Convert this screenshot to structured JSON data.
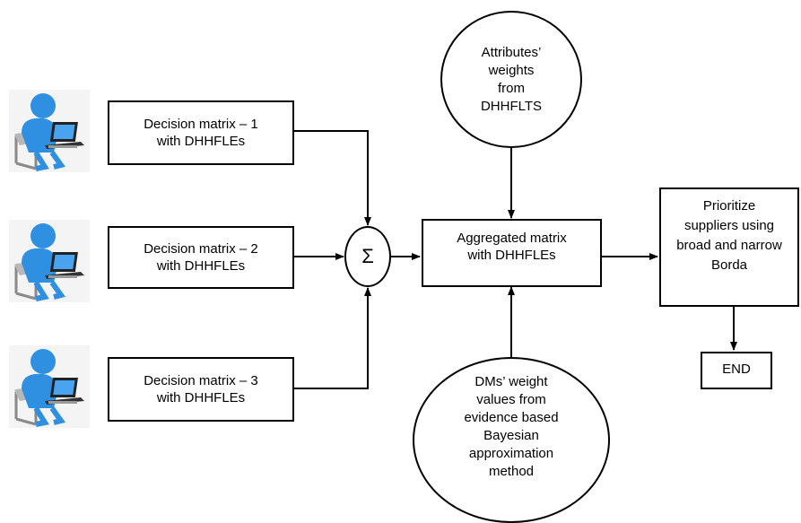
{
  "inputs": [
    {
      "line1": "Decision matrix – 1",
      "line2": "with DHHFLEs"
    },
    {
      "line1": "Decision matrix – 2",
      "line2": "with DHHFLEs"
    },
    {
      "line1": "Decision matrix – 3",
      "line2": "with DHHFLEs"
    }
  ],
  "sum_symbol": "Σ",
  "attributes_weights": [
    "Attributes’",
    "weights",
    "from",
    "DHHFLTS"
  ],
  "aggregated": {
    "line1": "Aggregated matrix",
    "line2": "with DHHFLEs"
  },
  "dm_weights": [
    "DMs’ weight",
    "values from",
    "evidence based",
    "Bayesian",
    "approximation",
    "method"
  ],
  "prioritize": [
    "Prioritize",
    "suppliers using",
    "broad and narrow",
    "Borda"
  ],
  "end_label": "END",
  "icons": {
    "user": "user-at-laptop-icon"
  },
  "colors": {
    "user_blue": "#2f8fe0",
    "stroke": "#000000"
  }
}
